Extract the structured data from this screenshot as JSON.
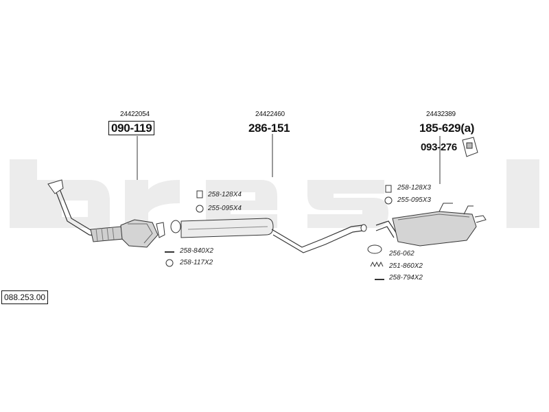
{
  "diagram_code": "088.253.00",
  "parts": {
    "front": {
      "oe": "24422054",
      "part": "090-119"
    },
    "middle": {
      "oe": "24422460",
      "part": "286-151"
    },
    "rear": {
      "oe": "24432389",
      "part": "185-629(a)",
      "hanger": "093-276"
    }
  },
  "accessories": {
    "front_1": "258-128X4",
    "front_2": "255-095X4",
    "front_3": "258-840X2",
    "front_4": "258-117X2",
    "rear_1": "258-128X3",
    "rear_2": "255-095X3",
    "rear_3": "256-062",
    "rear_4": "251-860X2",
    "rear_5": "258-794X2"
  },
  "colors": {
    "watermark": "#ececec",
    "line": "#333333",
    "part_fill": "#d4d4d4"
  }
}
